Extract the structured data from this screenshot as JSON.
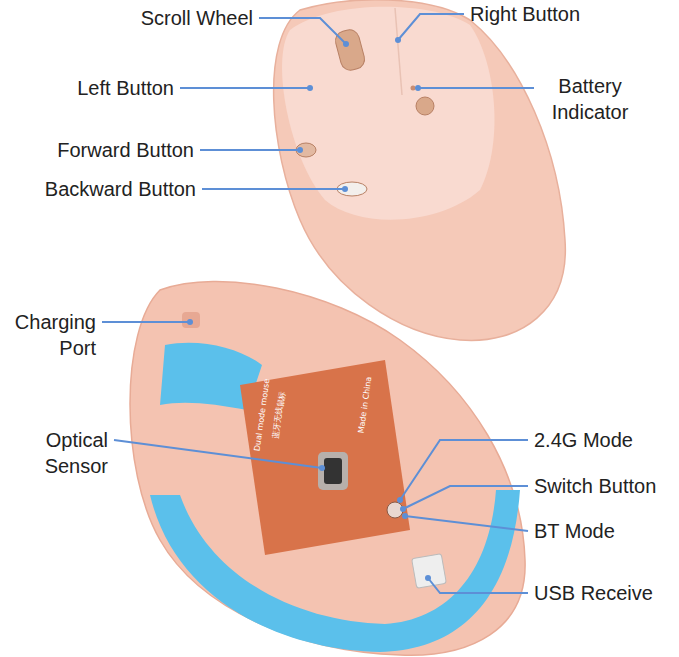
{
  "diagram": {
    "labels": [
      "Scroll Wheel",
      "Right Button",
      "Left Button",
      "Battery Indicator",
      "Forward Button",
      "Backward Button",
      "Charging Port",
      "Optical Sensor",
      "2.4G Mode",
      "Switch Button",
      "BT Mode",
      "USB Receive",
      "Dual mode mouse",
      "蓝牙无线鼠标",
      "Made in China"
    ]
  }
}
